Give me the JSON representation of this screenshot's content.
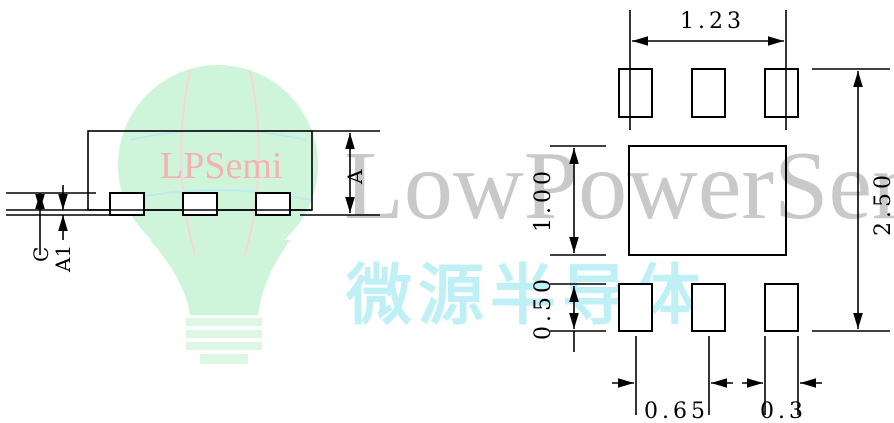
{
  "watermark": {
    "brand_text": "LowPowerSemi",
    "chinese_text": "微源半导体",
    "logo_text": "LPSemi",
    "brand_color": "#c9c9c9",
    "accent_color": "#f6b9b9",
    "chinese_color": "#bff0f5",
    "bulb_color": "#b9f2cb"
  },
  "side_view": {
    "label_a": "A",
    "label_a1": "A1",
    "label_c": "C"
  },
  "top_view": {
    "dim_pitch_span": "1.23",
    "dim_body_length": "1.00",
    "dim_pad_length": "0.50",
    "dim_total_height": "2.50",
    "dim_pitch": "0.65",
    "dim_pad_width": "0.3"
  }
}
